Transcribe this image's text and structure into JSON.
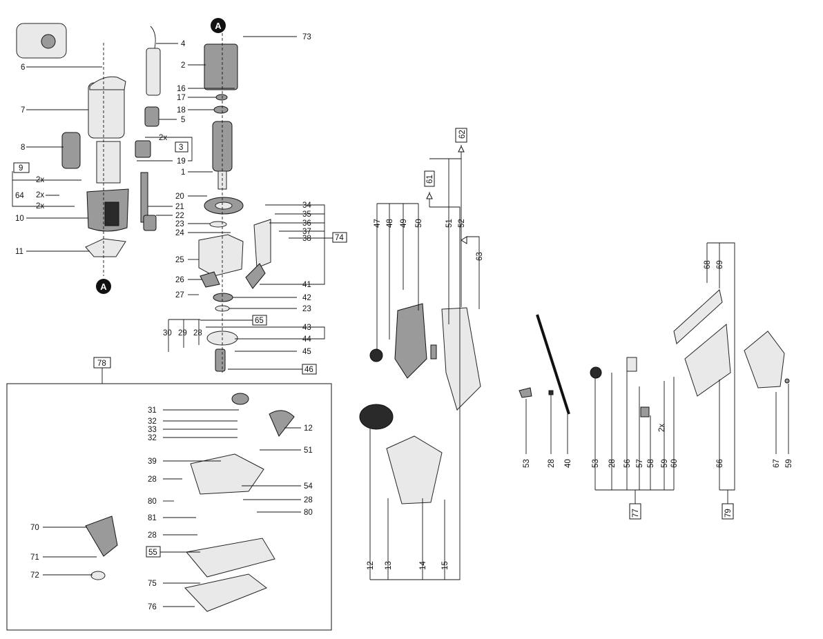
{
  "diagram": {
    "marker_a": "A",
    "multiplier": "2x",
    "labels": {
      "n1": "1",
      "n2": "2",
      "n3": "3",
      "n4": "4",
      "n5": "5",
      "n6": "6",
      "n7": "7",
      "n8": "8",
      "n9": "9",
      "n10": "10",
      "n11": "11",
      "n12": "12",
      "n13": "13",
      "n14": "14",
      "n15": "15",
      "n16": "16",
      "n17": "17",
      "n18": "18",
      "n19": "19",
      "n20": "20",
      "n21": "21",
      "n22": "22",
      "n23": "23",
      "n24": "24",
      "n25": "25",
      "n26": "26",
      "n27": "27",
      "n28": "28",
      "n29": "29",
      "n30": "30",
      "n31": "31",
      "n32": "32",
      "n33": "33",
      "n34": "34",
      "n35": "35",
      "n36": "36",
      "n37": "37",
      "n38": "38",
      "n39": "39",
      "n40": "40",
      "n41": "41",
      "n42": "42",
      "n43": "43",
      "n44": "44",
      "n45": "45",
      "n46": "46",
      "n47": "47",
      "n48": "48",
      "n49": "49",
      "n50": "50",
      "n51": "51",
      "n52": "52",
      "n53": "53",
      "n54": "54",
      "n55": "55",
      "n56": "56",
      "n57": "57",
      "n58": "58",
      "n59": "59",
      "n60": "60",
      "n61": "61",
      "n62": "62",
      "n63": "63",
      "n64": "64",
      "n65": "65",
      "n66": "66",
      "n67": "67",
      "n68": "68",
      "n69": "69",
      "n70": "70",
      "n71": "71",
      "n72": "72",
      "n73": "73",
      "n74": "74",
      "n75": "75",
      "n76": "76",
      "n77": "77",
      "n78": "78",
      "n79": "79",
      "n80": "80",
      "n81": "81"
    }
  }
}
